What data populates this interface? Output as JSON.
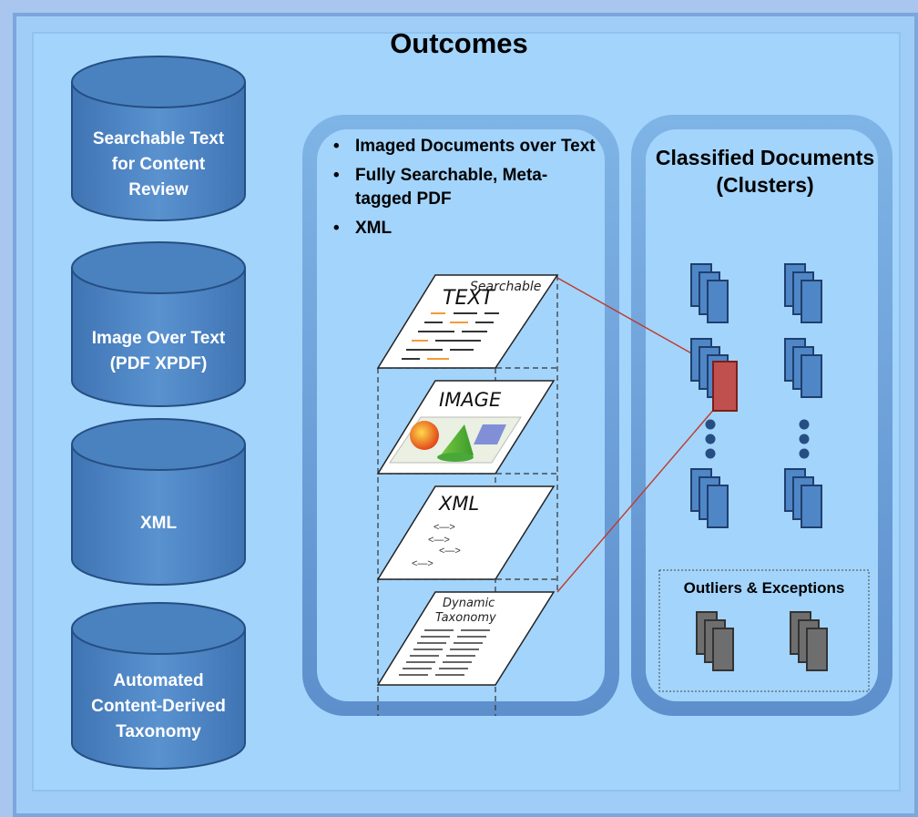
{
  "title": "Outcomes",
  "outcomes": [
    {
      "label": "Searchable Text for Content Review",
      "lines": [
        "Searchable Text",
        "for Content",
        "Review"
      ]
    },
    {
      "label": "Image Over Text (PDF XPDF)",
      "lines": [
        "Image Over Text",
        "(PDF XPDF)"
      ]
    },
    {
      "label": "XML",
      "lines": [
        "XML"
      ]
    },
    {
      "label": "Automated Content-Derived Taxonomy",
      "lines": [
        "Automated",
        "Content-Derived",
        "Taxonomy"
      ]
    }
  ],
  "formats": {
    "bullets": [
      "Imaged Documents over Text",
      "Fully Searchable, Meta-tagged PDF",
      "XML"
    ],
    "layers": [
      {
        "title_top": "Searchable",
        "title_main": "TEXT",
        "icon": "text-lines-icon"
      },
      {
        "title_main": "IMAGE",
        "icon": "image-shapes-icon"
      },
      {
        "title_main": "XML",
        "icon": "xml-tags-icon",
        "tags": [
          "<—>",
          "<—>",
          "<—>",
          "<—>"
        ]
      },
      {
        "title_top": "Dynamic",
        "title_main": "Taxonomy",
        "icon": "taxonomy-lines-icon"
      }
    ]
  },
  "classified": {
    "title": "Classified Documents (Clusters)",
    "outliers_title": "Outliers & Exceptions"
  },
  "colors": {
    "background": "#a9c6ee",
    "panel": "#a3d4fb",
    "cylinder": "#4a82c0",
    "cylinder_edge": "#254f82",
    "doc_blue": "#4f86c6",
    "doc_gray": "#6e6e6e",
    "highlight": "#c0504d",
    "connector": "#c0392b",
    "orange_line": "#f59a3a"
  }
}
